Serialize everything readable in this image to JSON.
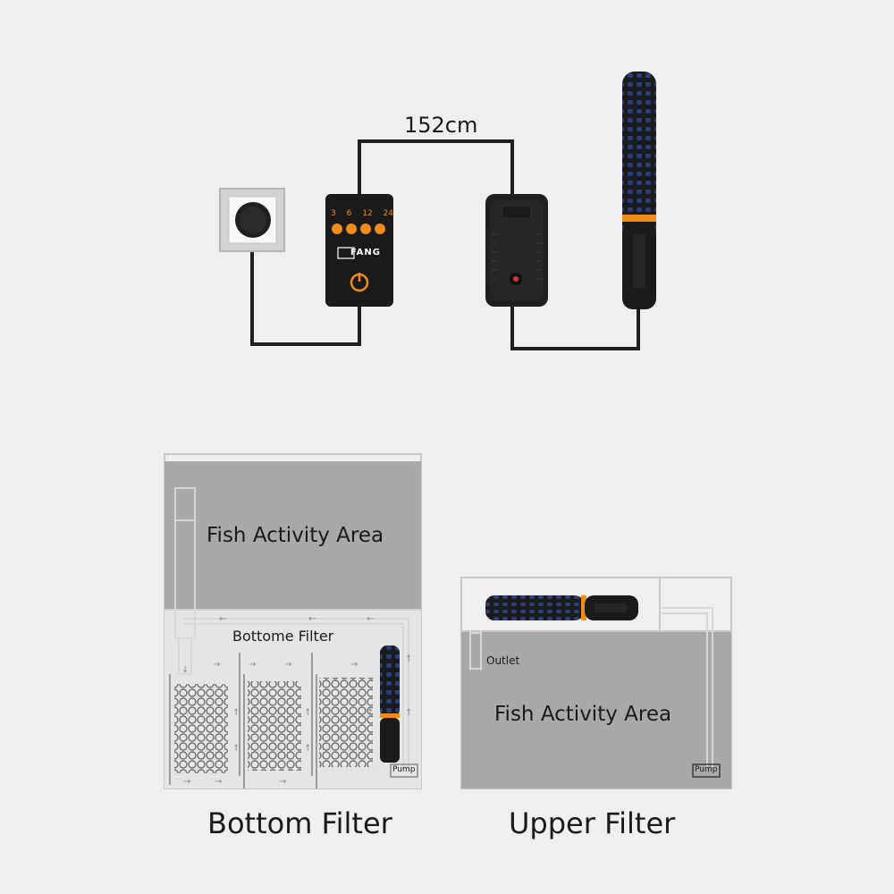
{
  "top_diagram": {
    "cable_length": "152cm",
    "timer_hours": [
      "3",
      "6",
      "12",
      "24"
    ],
    "timer_brand": "FANG"
  },
  "bottom_filter": {
    "area_label": "Fish Activity Area",
    "filter_label": "Bottome Filter",
    "pump_label": "Pump",
    "caption": "Bottom Filter"
  },
  "upper_filter": {
    "outlet_label": "Outlet",
    "area_label": "Fish Activity Area",
    "pump_label": "Pump",
    "caption": "Upper Filter"
  },
  "colors": {
    "background": "#efefef",
    "water": "#a9a9a9",
    "accent": "#f08c1a",
    "device": "#1f1f1f",
    "heater_blue": "#2b3f7a"
  }
}
